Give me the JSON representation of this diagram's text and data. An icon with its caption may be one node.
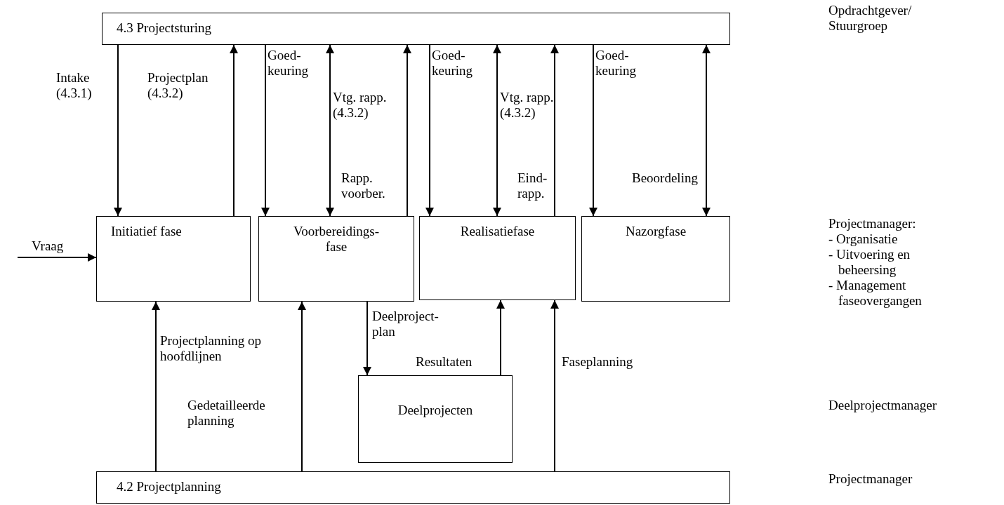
{
  "diagram": {
    "nodes": [
      {
        "text": [
          "4.3 Projectsturing"
        ]
      },
      {
        "text": [
          "Initiatief fase"
        ]
      },
      {
        "text": [
          "Voorbereidings- fase"
        ]
      },
      {
        "text": [
          "Realisatiefase"
        ]
      },
      {
        "text": [
          "Nazorgfase"
        ]
      },
      {
        "text": [
          "Deelprojecten"
        ]
      },
      {
        "text": [
          "4.2 Projectplanning"
        ]
      }
    ],
    "edges": [
      {
        "from": 0,
        "to": 1,
        "arrow": "to",
        "label": "Intake (4.3.1)"
      },
      {
        "from": 1,
        "to": 0,
        "arrow": "to",
        "label": "Projectplan (4.3.2)"
      },
      {
        "from": 0,
        "to": 2,
        "arrow": "to",
        "label": "Goed- keuring"
      },
      {
        "from": 0,
        "to": 2,
        "arrow": "both",
        "label": "Vtg. rapp. (4.3.2)"
      },
      {
        "from": 2,
        "to": 0,
        "arrow": "to",
        "label": "Rapp. voorber."
      },
      {
        "from": 0,
        "to": 3,
        "arrow": "to",
        "label": "Goed- keuring"
      },
      {
        "from": 0,
        "to": 3,
        "arrow": "both",
        "label": "Vtg. rapp. (4.3.2)"
      },
      {
        "from": 3,
        "to": 0,
        "arrow": "to",
        "label": "Eind- rapp."
      },
      {
        "from": 0,
        "to": 4,
        "arrow": "to",
        "label": "Goed- keuring"
      },
      {
        "from": 0,
        "to": 4,
        "arrow": "both",
        "label": "Beoordeling"
      },
      {
        "from": null,
        "to": 1,
        "arrow": "to",
        "label": "Vraag"
      },
      {
        "from": 6,
        "to": 1,
        "arrow": "to",
        "label": "Projectplanning op hoofdlijnen"
      },
      {
        "from": 6,
        "to": 2,
        "arrow": "to",
        "label": "Gedetailleerde planning"
      },
      {
        "from": 2,
        "to": 5,
        "arrow": "to",
        "label": "Deelproject- plan"
      },
      {
        "from": 5,
        "to": 3,
        "arrow": "to",
        "label": "Resultaten"
      },
      {
        "from": 6,
        "to": 3,
        "arrow": "to",
        "label": "Faseplanning"
      }
    ],
    "labels": [
      "Opdrachtgever/ Stuurgroep",
      "Projectmanager:",
      "- Organisatie",
      "- Uitvoering en beheersing",
      "- Management faseovergangen",
      "Deelprojectmanager",
      "Projectmanager"
    ]
  }
}
